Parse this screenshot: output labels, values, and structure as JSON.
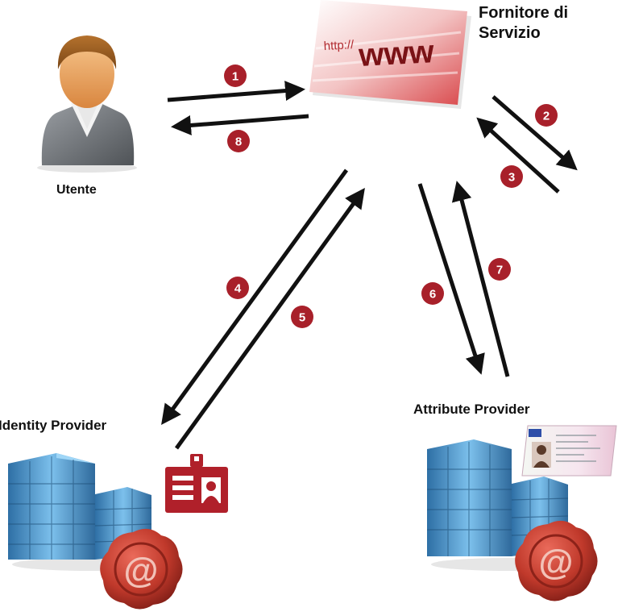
{
  "labels": {
    "user": "Utente",
    "service_provider_line1": "Fornitore di",
    "service_provider_line2": "Servizio",
    "identity_provider": "Identity Provider",
    "attribute_provider": "Attribute Provider"
  },
  "browser_card": {
    "url_prefix": "http://",
    "url_www": "www"
  },
  "steps": [
    "1",
    "2",
    "3",
    "4",
    "5",
    "6",
    "7",
    "8"
  ],
  "icons": {
    "user": "user-avatar-icon",
    "service": "www-browser-icon",
    "identity_provider": "office-building-icon",
    "attribute_provider": "office-building-icon",
    "seal": "wax-seal-at-icon",
    "id_badge": "id-badge-icon",
    "id_card": "identity-card-icon"
  },
  "colors": {
    "step_badge": "#a8202a",
    "arrow": "#111111",
    "seal": "#c0392b",
    "id_badge": "#b0202a",
    "building": "#4a98d0"
  }
}
